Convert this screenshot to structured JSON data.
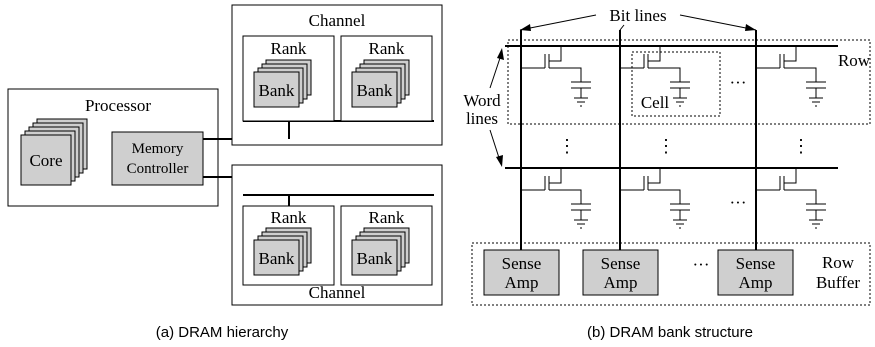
{
  "hierarchy": {
    "caption": "(a) DRAM hierarchy",
    "processor_label": "Processor",
    "core_label": "Core",
    "memory_controller_label": [
      "Memory",
      "Controller"
    ],
    "channel_label": "Channel",
    "rank_label": "Rank",
    "bank_label": "Bank"
  },
  "bank_structure": {
    "caption": "(b) DRAM bank structure",
    "bit_lines_label": "Bit lines",
    "word_lines_label": [
      "Word",
      "lines"
    ],
    "row_label": "Row",
    "cell_label": "Cell",
    "sense_amp_label": [
      "Sense",
      "Amp"
    ],
    "row_buffer_label": [
      "Row",
      "Buffer"
    ],
    "ellipsis": "···",
    "vertical_ellipsis": "⋮"
  },
  "colors": {
    "component_fill": "#cfcfcf",
    "line": "#000000"
  }
}
